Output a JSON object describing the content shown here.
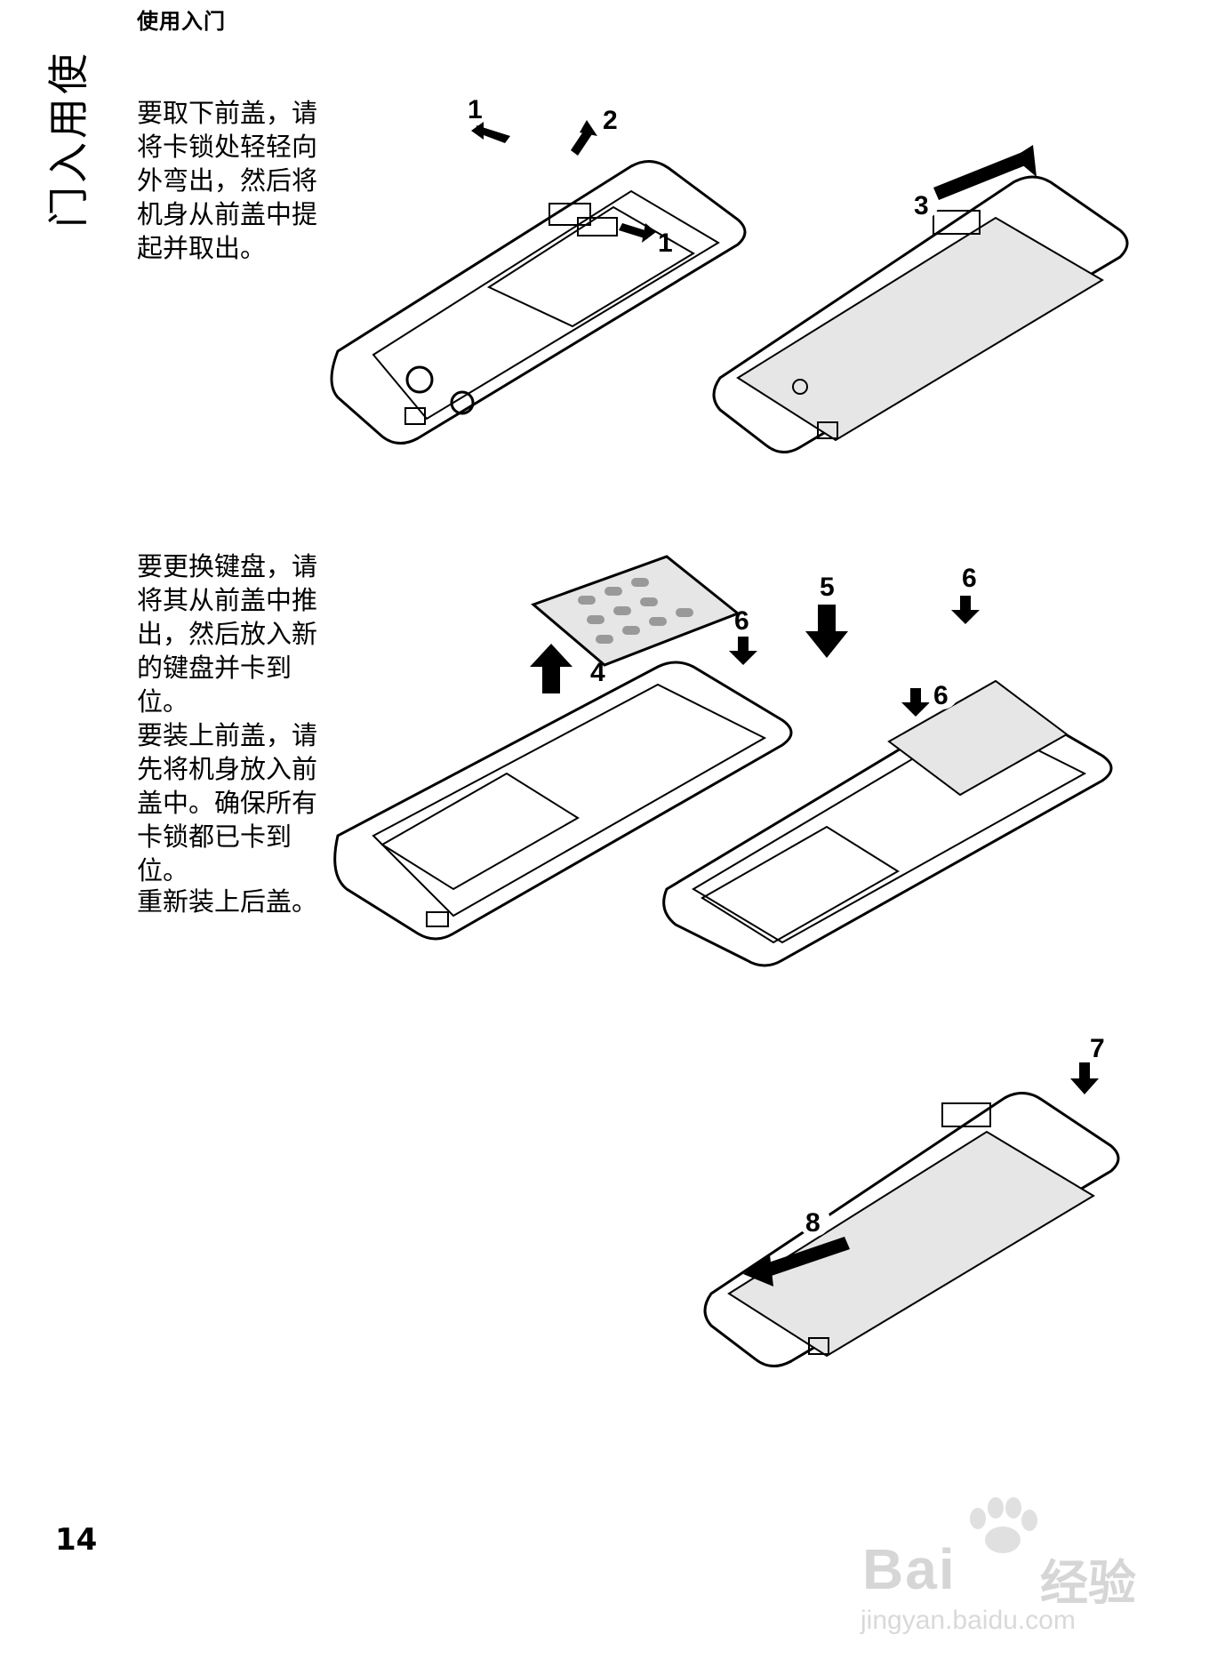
{
  "header": {
    "running_title": "使用入门"
  },
  "side_tab": {
    "chars": [
      "使",
      "用",
      "入",
      "门"
    ]
  },
  "paragraphs": {
    "remove_cover": "要取下前盖，请将卡锁处轻轻向外弯出，然后将机身从前盖中提起并取出。",
    "replace_keymat": "要更换键盘，请将其从前盖中推出，然后放入新的键盘并卡到位。",
    "refit_cover": "要装上前盖，请先将机身放入前盖中。确保所有卡锁都已卡到位。",
    "refit_back": "重新装上后盖。"
  },
  "callouts": {
    "fig1": [
      "1",
      "2",
      "1",
      "3"
    ],
    "fig2": [
      "4",
      "5",
      "6",
      "6",
      "6"
    ],
    "fig3": [
      "7",
      "8"
    ]
  },
  "page_number": "14",
  "watermark": {
    "brand": "Bai",
    "brand_suffix": "经验",
    "url": "jingyan.baidu.com"
  }
}
